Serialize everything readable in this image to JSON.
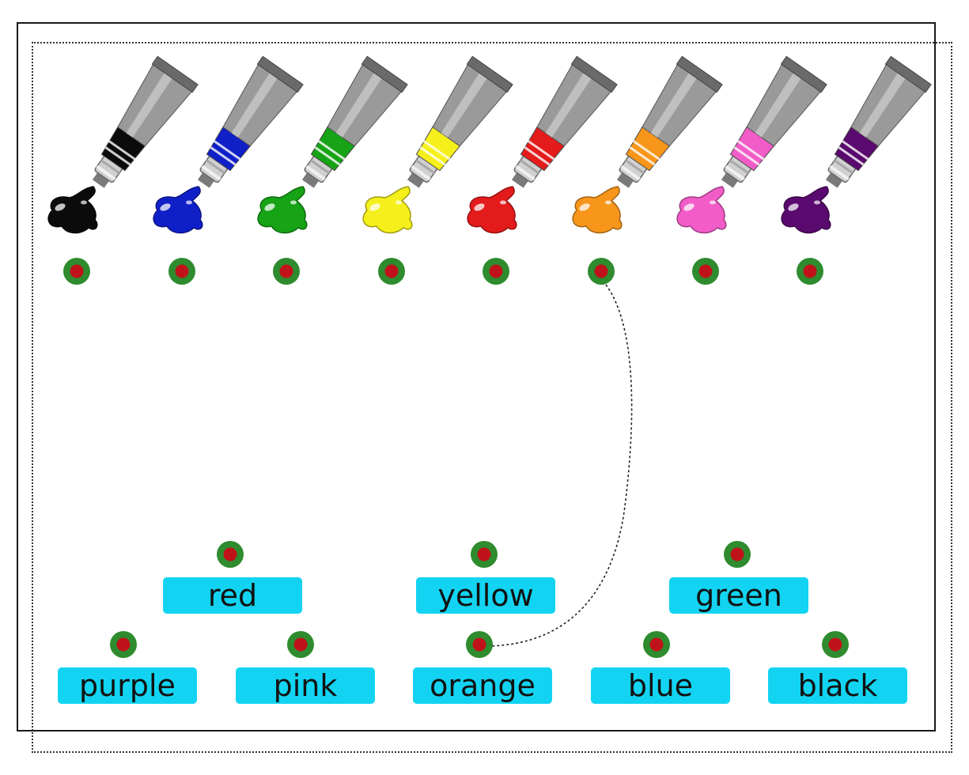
{
  "tubes": [
    {
      "color_name": "black",
      "paint": "#0b0b0b"
    },
    {
      "color_name": "blue",
      "paint": "#1020c8"
    },
    {
      "color_name": "green",
      "paint": "#16a316"
    },
    {
      "color_name": "yellow",
      "paint": "#f5f01c"
    },
    {
      "color_name": "red",
      "paint": "#e31b1b"
    },
    {
      "color_name": "orange",
      "paint": "#f7961b"
    },
    {
      "color_name": "pink",
      "paint": "#f25cc8"
    },
    {
      "color_name": "purple",
      "paint": "#5a0a6e"
    }
  ],
  "labels": [
    {
      "id": "red",
      "text": "red"
    },
    {
      "id": "yellow",
      "text": "yellow"
    },
    {
      "id": "green",
      "text": "green"
    },
    {
      "id": "purple",
      "text": "purple"
    },
    {
      "id": "pink",
      "text": "pink"
    },
    {
      "id": "orange",
      "text": "orange"
    },
    {
      "id": "blue",
      "text": "blue"
    },
    {
      "id": "black",
      "text": "black"
    }
  ],
  "example_connection": {
    "from_tube": "orange",
    "to_label": "orange"
  },
  "colors": {
    "label_bg": "#12d4f2",
    "dot_outer": "#2e8b2e",
    "dot_inner": "#c0121a",
    "tube_body": "#9a9a9a",
    "tube_cap": "#d0d0d0"
  }
}
